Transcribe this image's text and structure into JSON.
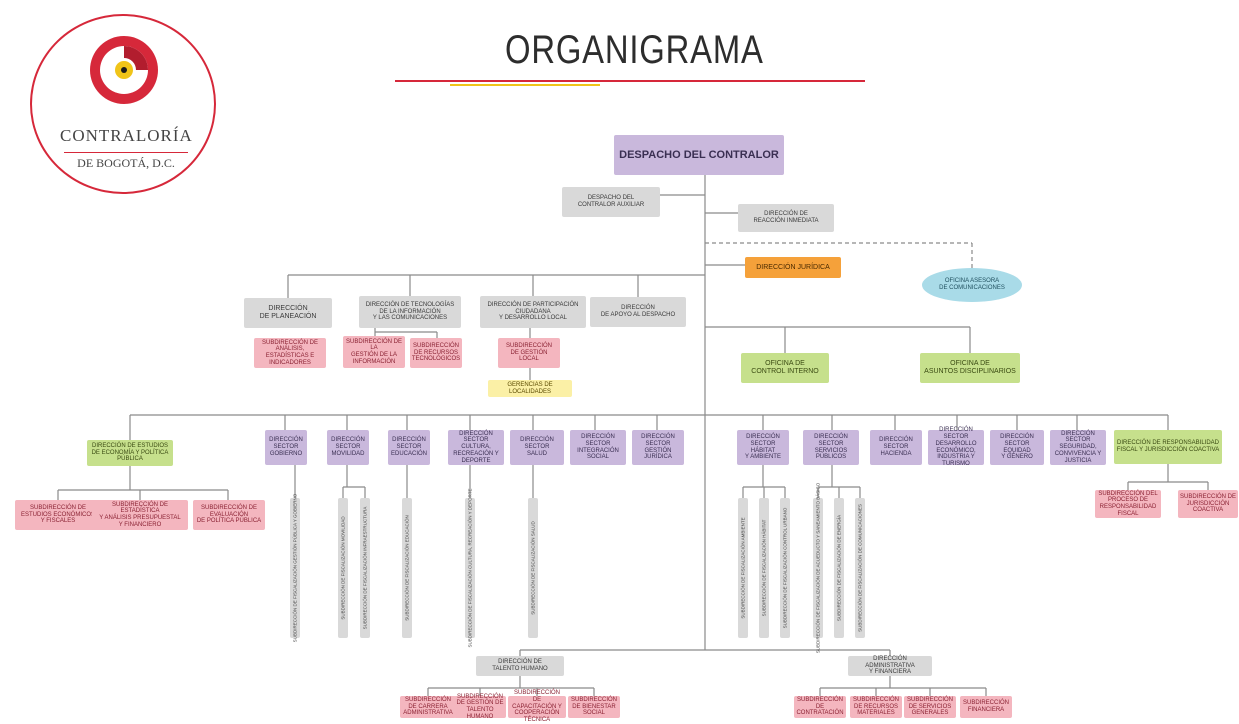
{
  "title": "ORGANIGRAMA",
  "logo": {
    "name": "CONTRALORÍA",
    "subtitle": "DE BOGOTÁ, D.C."
  },
  "colors": {
    "gray": "#d9d9d9",
    "purple": "#c9b8dc",
    "pink": "#f4b6bf",
    "green": "#c6e08c",
    "orange": "#f5a13a",
    "yellow": "#fbf0a6",
    "blue": "#a9dbe8",
    "accent": "#d6283a"
  },
  "top": {
    "despacho": "DESPACHO DEL CONTRALOR",
    "auxiliar": "DESPACHO DEL\nCONTRALOR AUXILIAR",
    "reaccion": "DIRECCIÓN DE\nREACCIÓN INMEDIATA",
    "juridica": "DIRECCIÓN JURÍDICA",
    "comunicaciones": "OFICINA ASESORA\nDE COMUNICACIONES"
  },
  "directions": {
    "planeacion": "DIRECCIÓN\nDE PLANEACIÓN",
    "tic": "DIRECCIÓN DE TECNOLOGÍAS\nDE LA INFORMACIÓN\nY LAS COMUNICACIONES",
    "participacion": "DIRECCIÓN DE PARTICIPACIÓN\nCIUDADANA\nY DESARROLLO LOCAL",
    "apoyo": "DIRECCIÓN\nDE APOYO AL DESPACHO",
    "control": "OFICINA DE\nCONTROL INTERNO",
    "disciplinarios": "OFICINA DE\nASUNTOS DISCIPLINARIOS"
  },
  "subdirections_upper": {
    "analisis": "SUBDIRECCIÓN DE\nANÁLISIS, ESTADÍSTICAS E\nINDICADORES",
    "gestion_info": "SUBDIRECCIÓN DE LA\nGESTIÓN DE LA\nINFORMACIÓN",
    "recursos_tec": "SUBDIRECCIÓN\nDE RECURSOS\nTECNOLÓGICOS",
    "gestion_local": "SUBDIRECCIÓN\nDE GESTIÓN LOCAL",
    "gerencias": "GERENCIAS DE LOCALIDADES"
  },
  "estudios": {
    "main": "DIRECCIÓN DE ESTUDIOS\nDE ECONOMÍA Y POLÍTICA PÚBLICA",
    "subs": [
      "SUBDIRECCIÓN DE\nESTUDIOS ECONÓMICOS\nY FISCALES",
      "SUBDIRECCIÓN DE ESTADÍSTICA\nY ANÁLISIS PRESUPUESTAL\nY FINANCIERO",
      "SUBDIRECCIÓN DE\nEVALUACIÓN\nDE POLÍTICA PÚBLICA"
    ]
  },
  "sectors_left": [
    "DIRECCIÓN\nSECTOR\nGOBIERNO",
    "DIRECCIÓN\nSECTOR\nMOVILIDAD",
    "DIRECCIÓN\nSECTOR\nEDUCACIÓN",
    "DIRECCIÓN\nSECTOR CULTURA,\nRECREACIÓN Y DEPORTE",
    "DIRECCIÓN\nSECTOR\nSALUD",
    "DIRECCIÓN\nSECTOR\nINTEGRACIÓN\nSOCIAL",
    "DIRECCIÓN\nSECTOR\nGESTIÓN\nJURÍDICA"
  ],
  "sectors_right": [
    "DIRECCIÓN\nSECTOR\nHÁBITAT\nY AMBIENTE",
    "DIRECCIÓN\nSECTOR\nSERVICIOS\nPÚBLICOS",
    "DIRECCIÓN\nSECTOR\nHACIENDA",
    "DIRECCIÓN SECTOR\nDESARROLLO\nECONÓMICO,\nINDUSTRIA Y TURISMO",
    "DIRECCIÓN\nSECTOR EQUIDAD\nY GÉNERO",
    "DIRECCIÓN SECTOR\nSEGURIDAD,\nCONVIVENCIA Y\nJUSTICIA"
  ],
  "fiscalizacion": [
    "SUBDIRECCIÓN DE FISCALIZACIÓN GESTIÓN PÚBLICA Y GOBIERNO",
    "SUBDIRECCIÓN DE FISCALIZACIÓN MOVILIDAD",
    "SUBDIRECCIÓN DE FISCALIZACIÓN INFRAESTRUCTURA",
    "SUBDIRECCIÓN DE FISCALIZACIÓN EDUCACIÓN",
    "SUBDIRECCIÓN DE FISCALIZACIÓN CULTURA, RECREACIÓN Y DEPORTE",
    "SUBDIRECCIÓN DE FISCALIZACIÓN SALUD",
    "SUBDIRECCIÓN DE FISCALIZACIÓN AMBIENTE",
    "SUBDIRECCIÓN DE FISCALIZACIÓN HÁBITAT",
    "SUBDIRECCIÓN DE FISCALIZACIÓN CONTROL URBANO",
    "SUBDIRECCIÓN DE FISCALIZACIÓN DE ACUEDUCTO Y SANEAMIENTO BÁSICO",
    "SUBDIRECCIÓN DE FISCALIZACIÓN DE ENERGÍA",
    "SUBDIRECCIÓN DE FISCALIZACIÓN DE COMUNICACIONES"
  ],
  "responsabilidad": {
    "main": "DIRECCIÓN DE RESPONSABILIDAD\nFISCAL Y JURISDICCIÓN COACTIVA",
    "subs": [
      "SUBDIRECCIÓN DEL\nPROCESO DE\nRESPONSABILIDAD FISCAL",
      "SUBDIRECCIÓN DE\nJURISDICCIÓN\nCOACTIVA"
    ]
  },
  "talento": {
    "main": "DIRECCIÓN DE\nTALENTO HUMANO",
    "subs": [
      "SUBDIRECCIÓN\nDE CARRERA\nADMINISTRATIVA",
      "SUBDIRECCIÓN\nDE GESTIÓN DE\nTALENTO HUMANO",
      "SUBDIRECCIÓN DE\nCAPACITACIÓN Y\nCOOPERACIÓN TÉCNICA",
      "SUBDIRECCIÓN\nDE BIENESTAR SOCIAL"
    ]
  },
  "administrativa": {
    "main": "DIRECCIÓN ADMINISTRATIVA\nY FINANCIERA",
    "subs": [
      "SUBDIRECCIÓN\nDE CONTRATACIÓN",
      "SUBDIRECCIÓN\nDE RECURSOS\nMATERIALES",
      "SUBDIRECCIÓN\nDE SERVICIOS\nGENERALES",
      "SUBDIRECCIÓN\nFINANCIERA"
    ]
  }
}
